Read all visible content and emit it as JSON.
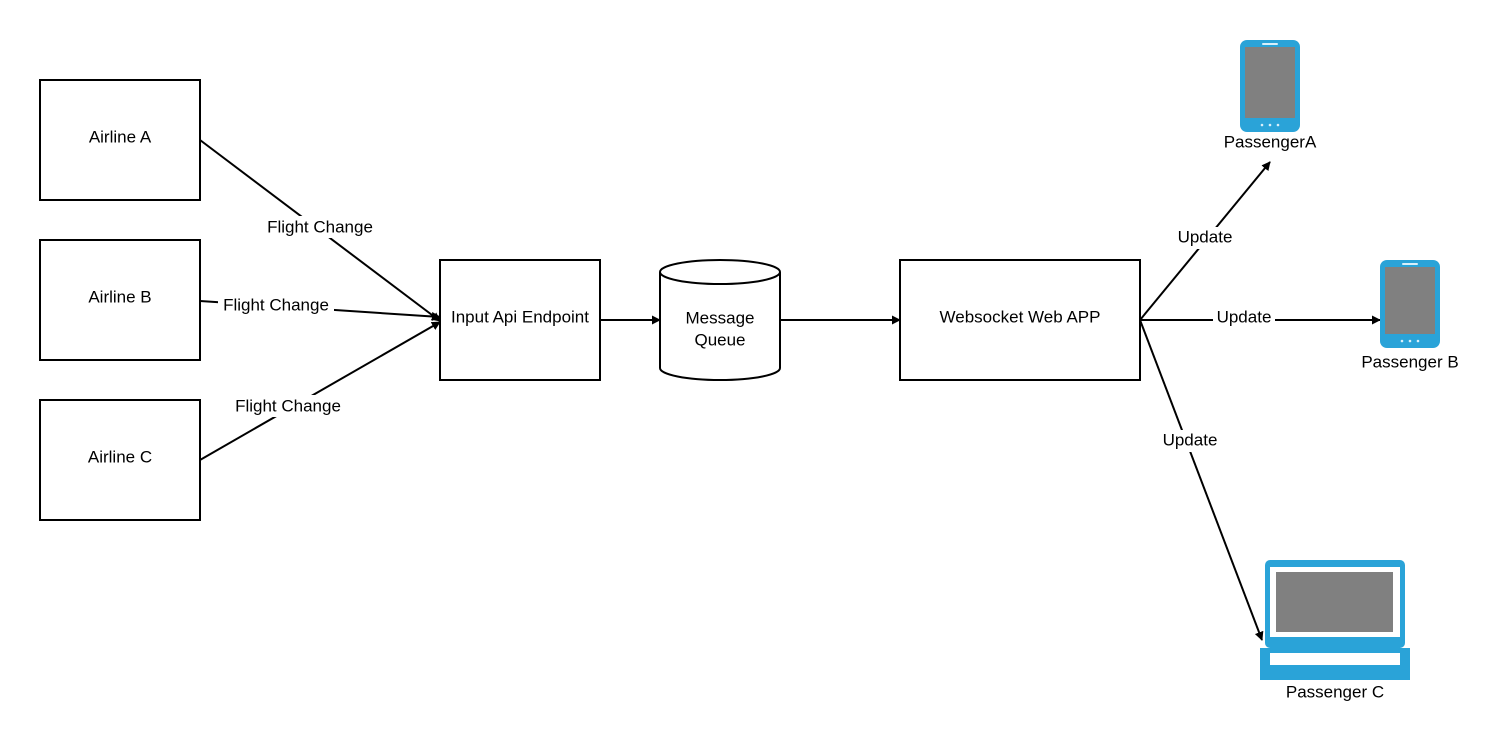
{
  "diagram": {
    "nodes": {
      "airline_a": "Airline A",
      "airline_b": "Airline B",
      "airline_c": "Airline C",
      "input_api": "Input Api Endpoint",
      "queue_line1": "Message",
      "queue_line2": "Queue",
      "websocket": "Websocket Web APP"
    },
    "edges": {
      "a_to_api": "Flight Change",
      "b_to_api": "Flight Change",
      "c_to_api": "Flight Change",
      "ws_to_a": "Update",
      "ws_to_b": "Update",
      "ws_to_c": "Update"
    },
    "devices": {
      "passenger_a": "PassengerA",
      "passenger_b": "Passenger B",
      "passenger_c": "Passenger C"
    },
    "colors": {
      "device": "#2aa3d8",
      "screen": "#808080",
      "stroke": "#000000"
    }
  }
}
